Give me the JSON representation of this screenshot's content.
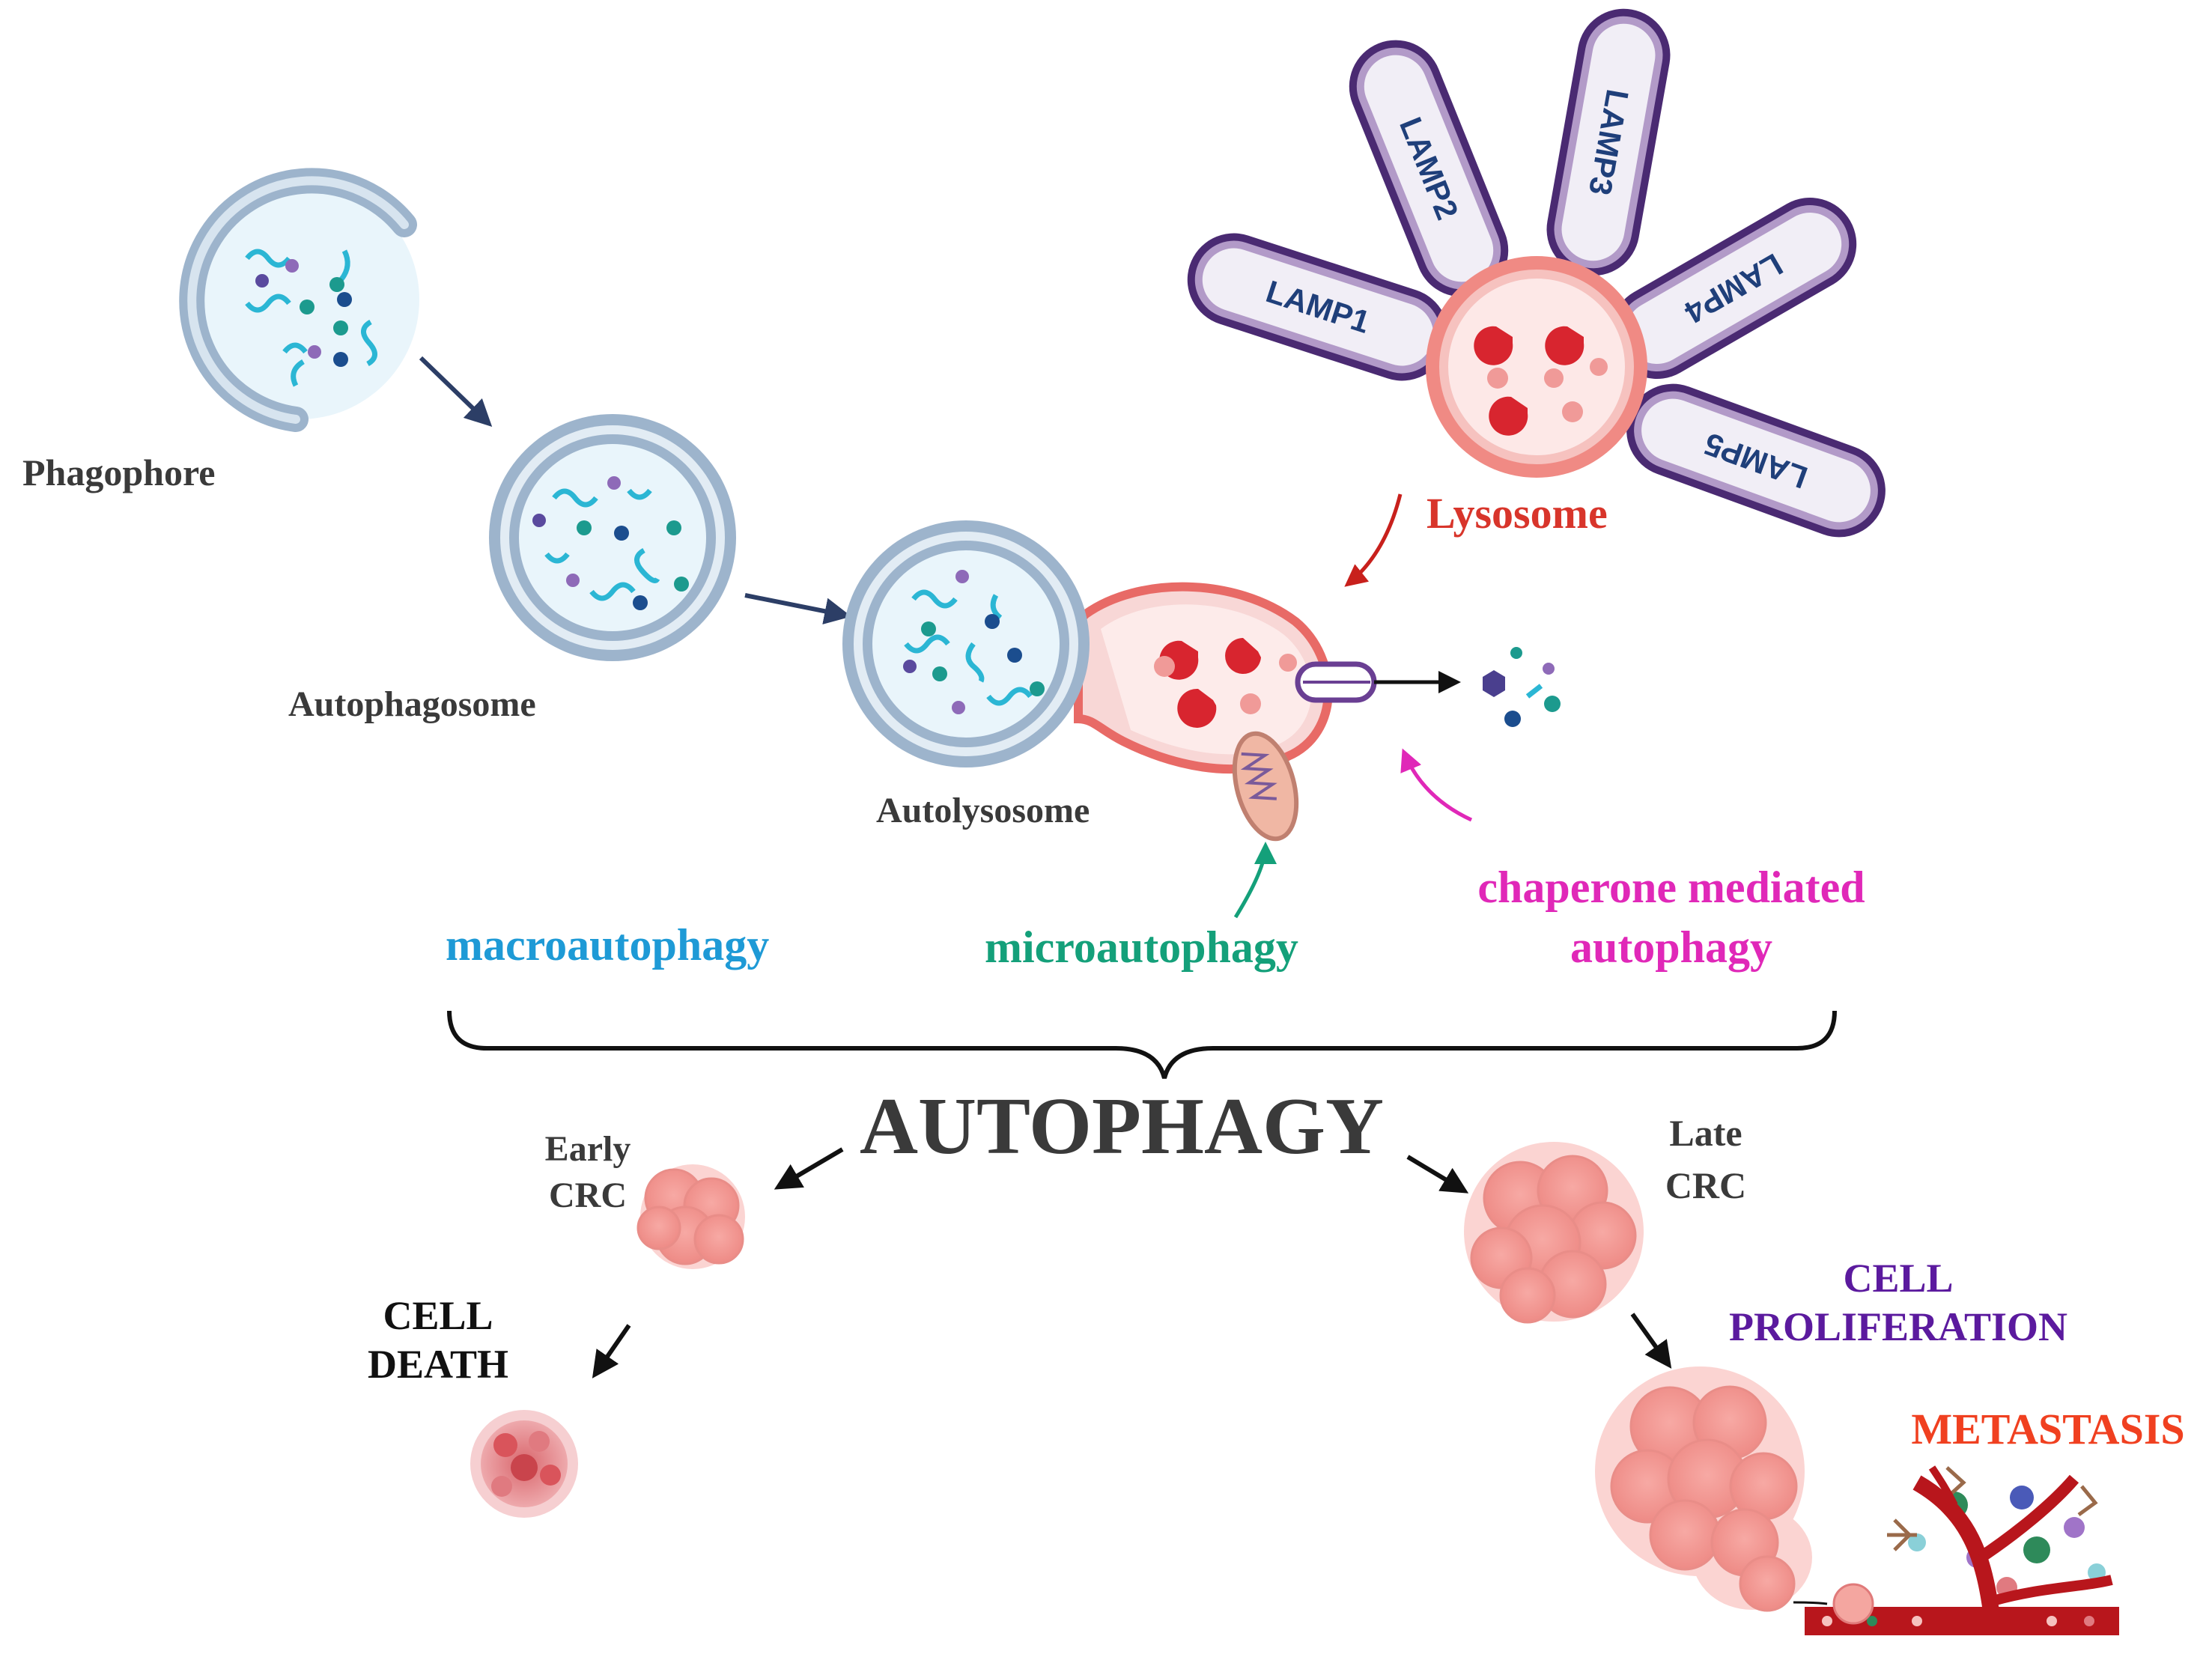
{
  "labels": {
    "phagophore": "Phagophore",
    "autophagosome": "Autophagosome",
    "autolysosome": "Autolysosome",
    "lysosome": "Lysosome",
    "macroautophagy": "macroautophagy",
    "microautophagy": "microautophagy",
    "cma_line1": "chaperone mediated",
    "cma_line2": "autophagy",
    "autophagy": "AUTOPHAGY",
    "early_line1": "Early",
    "early_line2": "CRC",
    "late_line1": "Late",
    "late_line2": "CRC",
    "death_line1": "CELL",
    "death_line2": "DEATH",
    "prolif_line1": "CELL",
    "prolif_line2": "PROLIFERATION",
    "metastasis": "METASTASIS"
  },
  "lamps": [
    "LAMP1",
    "LAMP2",
    "LAMP3",
    "LAMP4",
    "LAMP5"
  ],
  "colors": {
    "text_dark": "#3a3a3a",
    "lysosome_red": "#d8352b",
    "macro_blue": "#1e9ad6",
    "micro_teal": "#14a07a",
    "cma_magenta": "#e028b8",
    "prolif_purple": "#5b1a9e",
    "metastasis_red": "#f04020",
    "lamp_purple": "#5a2d82",
    "membrane_blue": "#9db4cc",
    "arrow_navy": "#2c3e66"
  }
}
